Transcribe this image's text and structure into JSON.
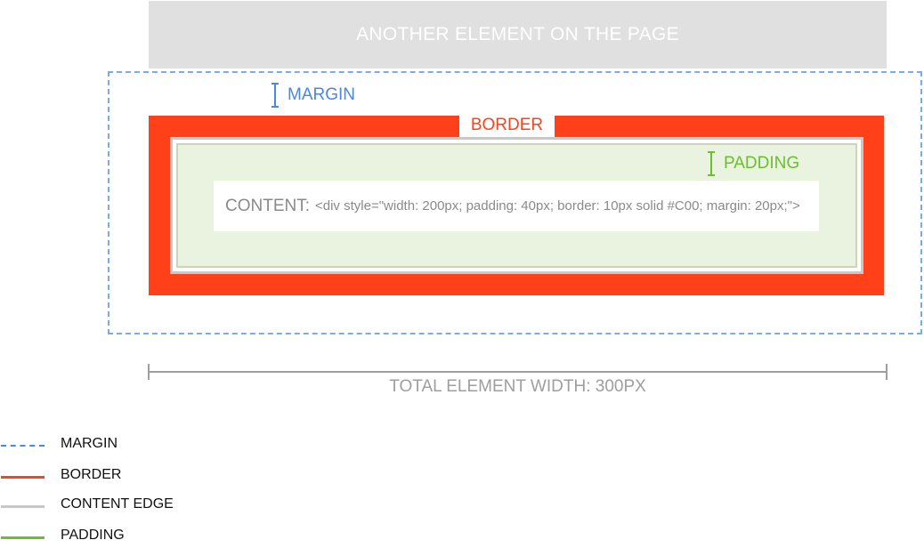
{
  "diagram": {
    "another_element_label": "ANOTHER ELEMENT ON THE PAGE",
    "margin_label": "MARGIN",
    "border_label": "BORDER",
    "padding_label": "PADDING",
    "content_title": "CONTENT:",
    "content_code": "<div style=\"width: 200px; padding: 40px; border: 10px solid #C00; margin: 20px;\">",
    "total_width_label": "TOTAL ELEMENT WIDTH: 300PX"
  },
  "legend": [
    {
      "label": "MARGIN",
      "style": "dashed",
      "color": "#4a86e8"
    },
    {
      "label": "BORDER",
      "style": "solid",
      "color": "#ff4019"
    },
    {
      "label": "CONTENT EDGE",
      "style": "solid",
      "color": "#c8c8c8"
    },
    {
      "label": "PADDING",
      "style": "solid",
      "color": "#6bbf2f"
    }
  ],
  "colors": {
    "margin": "#4a86e8",
    "border": "#ff4019",
    "content_edge": "#c8c8c8",
    "padding": "#6bbf2f",
    "padding_fill": "#eaf3e0",
    "another_element_fill": "#e0e0e0",
    "text_gray": "#9e9e9e"
  }
}
